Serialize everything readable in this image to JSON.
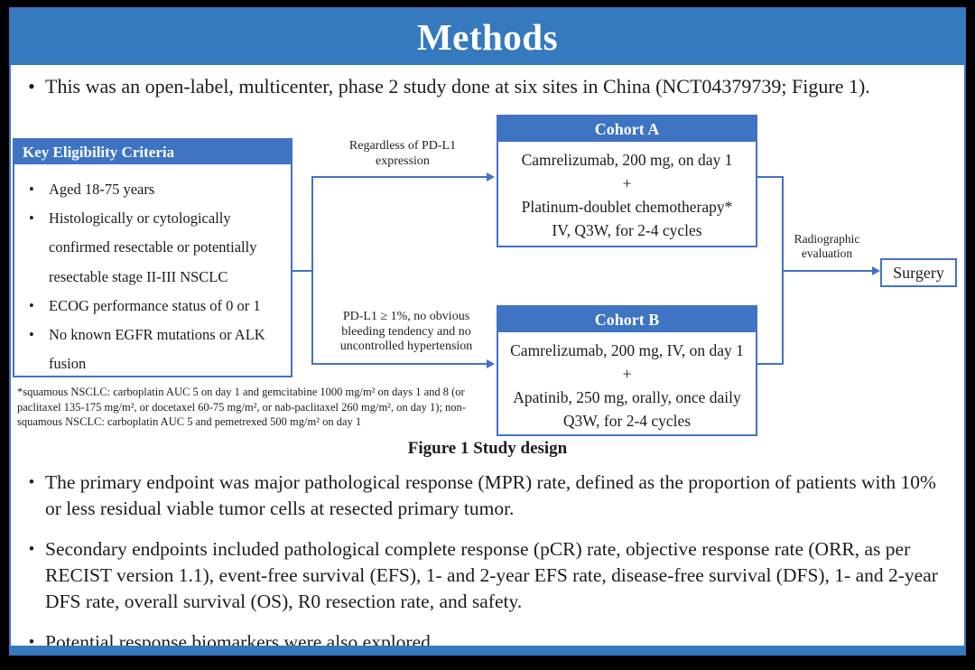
{
  "slide": {
    "title": "Methods",
    "bullet_char": "•"
  },
  "colors": {
    "title_bar_blue": "#3579BE",
    "box_header_blue": "#3E74C2",
    "line_blue": "#4472C4",
    "text_color": "#1C1C1C"
  },
  "intro": {
    "text": "This was an open-label, multicenter, phase 2 study done at six sites in China (NCT04379739; Figure 1)."
  },
  "figure": {
    "eligibility": {
      "header": "Key Eligibility Criteria",
      "items": [
        "Aged 18-75 years",
        "Histologically or cytologically confirmed resectable or potentially resectable stage II-III NSCLC",
        "ECOG performance status of 0 or 1",
        "No known EGFR mutations or ALK fusion"
      ]
    },
    "branches": {
      "top_label": "Regardless of PD-L1 expression",
      "bottom_label": "PD-L1 ≥ 1%, no obvious bleeding tendency and no uncontrolled hypertension"
    },
    "cohort_a": {
      "header": "Cohort A",
      "lines": [
        "Camrelizumab, 200 mg, on day 1",
        "+",
        "Platinum-doublet chemotherapy*",
        "IV, Q3W, for 2-4 cycles"
      ]
    },
    "cohort_b": {
      "header": "Cohort B",
      "lines": [
        "Camrelizumab, 200 mg, IV, on day 1",
        "+",
        "Apatinib, 250 mg, orally, once daily",
        "Q3W, for 2-4 cycles"
      ]
    },
    "evaluation_label": "Radiographic evaluation",
    "surgery_label": "Surgery",
    "footnote": "*squamous NSCLC: carboplatin AUC 5 on day 1 and gemcitabine 1000 mg/m² on days 1 and 8 (or paclitaxel 135-175 mg/m², or docetaxel 60-75 mg/m², or nab-paclitaxel 260 mg/m², on day 1); non-squamous NSCLC: carboplatin AUC 5 and pemetrexed 500 mg/m² on day 1",
    "caption": "Figure 1 Study design"
  },
  "endpoint_bullets": [
    "The primary endpoint was major pathological response (MPR) rate, defined as the proportion of patients with 10% or less residual viable tumor cells at resected primary tumor.",
    "Secondary endpoints included pathological complete response (pCR) rate, objective response rate (ORR, as per RECIST version 1.1), event-free survival (EFS), 1- and 2-year EFS rate, disease-free survival (DFS), 1- and 2-year DFS rate, overall survival (OS), R0 resection rate, and safety.",
    "Potential response biomarkers were also explored."
  ]
}
